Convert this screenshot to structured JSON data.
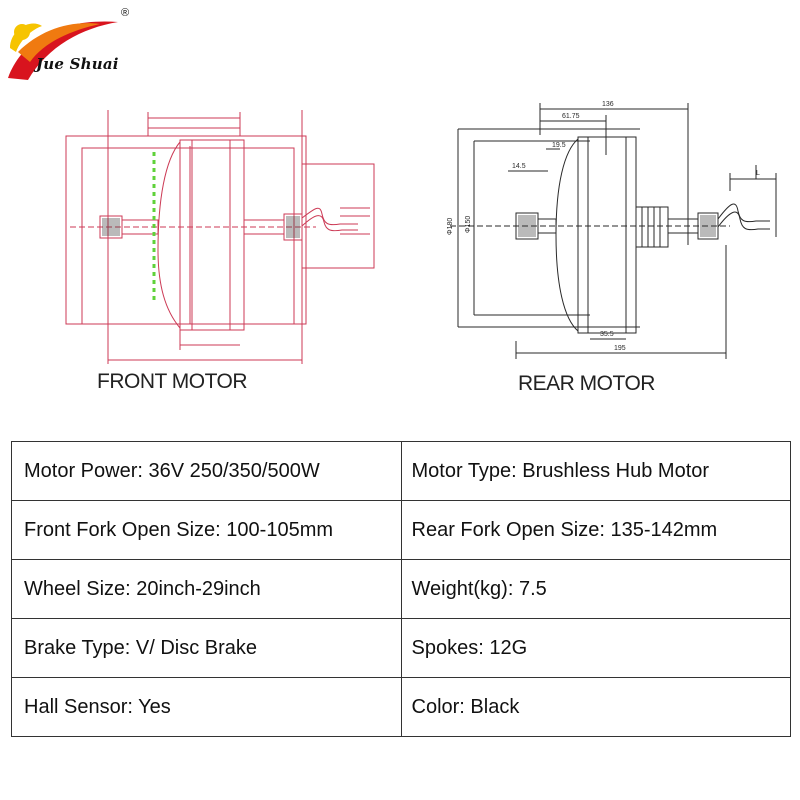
{
  "brand": {
    "name": "Jue Shuai",
    "registered_mark": "®",
    "colors": {
      "red": "#d8141e",
      "yellow": "#f6c400",
      "orange": "#f07a10"
    }
  },
  "diagrams": {
    "front": {
      "caption": "FRONT MOTOR",
      "line_color": "#cc3a55",
      "accent_color": "#5fd23a"
    },
    "rear": {
      "caption": "REAR MOTOR",
      "line_color": "#2a2a2a",
      "dimensions": [
        "136",
        "61.75",
        "19.5",
        "14.5",
        "Φ180",
        "Φ150",
        "35.5",
        "195",
        "L"
      ]
    }
  },
  "specs": [
    {
      "left": "Motor Power: 36V 250/350/500W",
      "right": "Motor Type: Brushless Hub Motor"
    },
    {
      "left": "Front Fork Open Size: 100-105mm",
      "right": "Rear Fork Open Size: 135-142mm"
    },
    {
      "left": "Wheel Size: 20inch-29inch",
      "right": "Weight(kg): 7.5"
    },
    {
      "left": "Brake Type: V/ Disc Brake",
      "right": "Spokes: 12G"
    },
    {
      "left": "Hall Sensor: Yes",
      "right": "Color: Black"
    }
  ]
}
